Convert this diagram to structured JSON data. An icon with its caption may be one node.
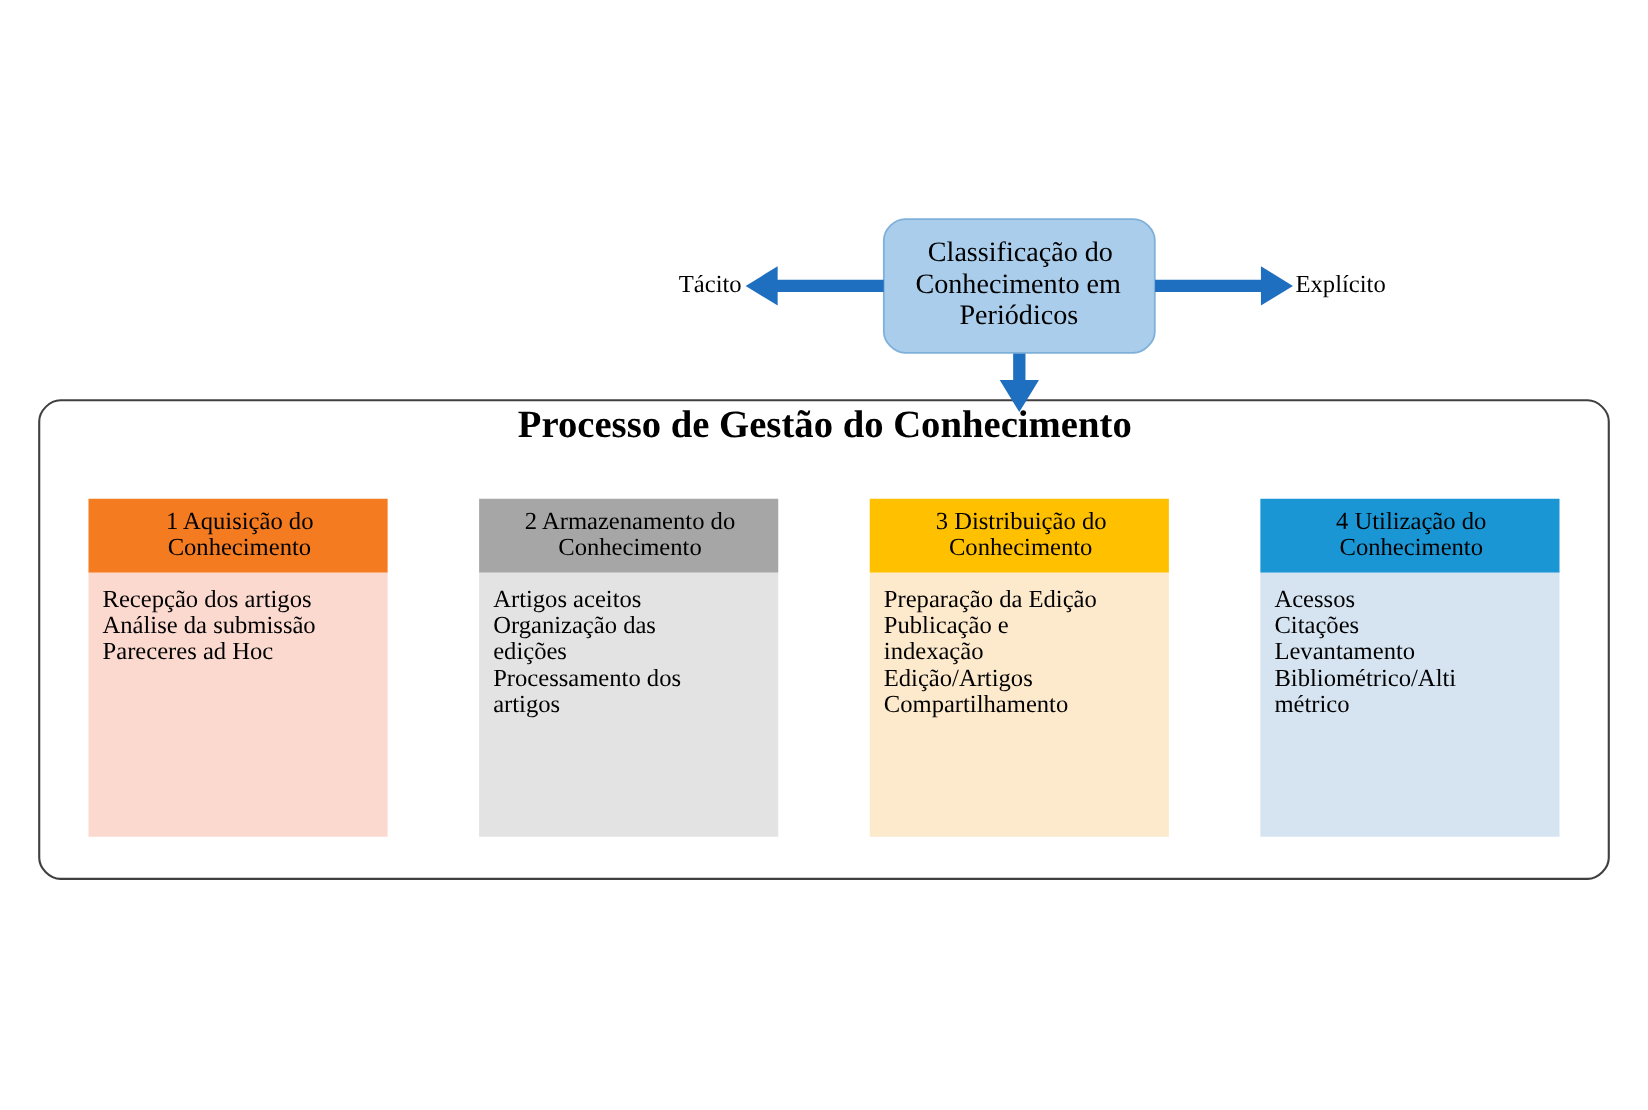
{
  "diagram": {
    "nodes": [
      {
        "text": [
          "Classificação do Conhecimento em Periódicos"
        ]
      },
      {
        "text": [
          "Tácito"
        ]
      },
      {
        "text": [
          "Explícito"
        ]
      },
      {
        "text": [
          "Processo de Gestão do Conhecimento"
        ]
      },
      {
        "text": [
          "1 Aquisição do Conhecimento",
          "Recepção dos artigos",
          "Análise da submissão",
          "Pareceres ad Hoc"
        ],
        "in": 3
      },
      {
        "text": [
          "2 Armazenamento do Conhecimento",
          "Artigos aceitos",
          "Organização das edições",
          "Processamento dos artigos"
        ],
        "in": 3
      },
      {
        "text": [
          "3 Distribuição do Conhecimento",
          "Preparação da Edição",
          "Publicação e indexação Edição/Artigos",
          "Compartilhamento"
        ],
        "in": 3
      },
      {
        "text": [
          "4 Utilização do Conhecimento",
          "Acessos",
          "Citações",
          "Levantamento Bibliométrico/Alti métrico"
        ],
        "in": 3
      }
    ],
    "edges": [
      {
        "from": 0,
        "to": 1,
        "arrow": "to"
      },
      {
        "from": 0,
        "to": 2,
        "arrow": "to"
      },
      {
        "from": 0,
        "to": 3,
        "arrow": "to"
      }
    ]
  }
}
